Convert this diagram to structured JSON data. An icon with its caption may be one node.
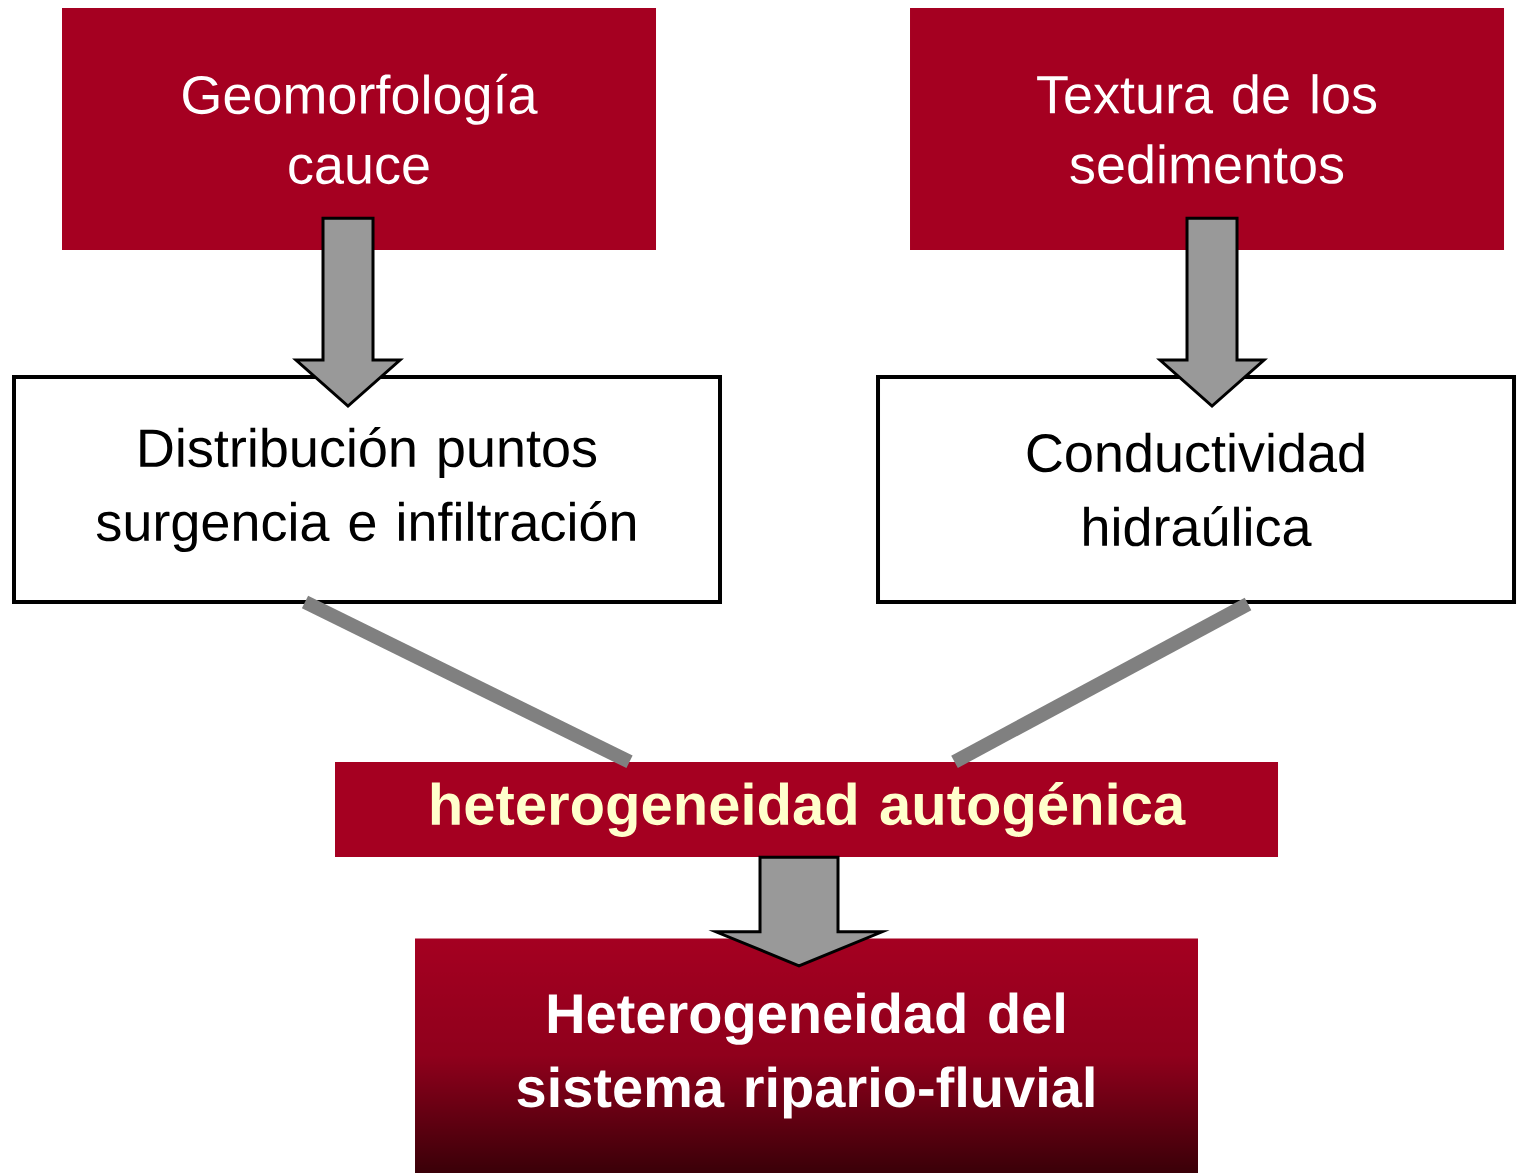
{
  "diagram": {
    "nodes": [
      {
        "text": [
          "Geomorfología cauce"
        ]
      },
      {
        "text": [
          "Textura de los sedimentos"
        ]
      },
      {
        "text": [
          "Distribución puntos surgencia e infiltración"
        ]
      },
      {
        "text": [
          "Conductividad hidraúlica"
        ]
      },
      {
        "text": [
          "heterogeneidad autogénica"
        ]
      },
      {
        "text": [
          "Heterogeneidad del sistema ripario-fluvial"
        ]
      }
    ],
    "edges": [
      {
        "from": 0,
        "to": 2,
        "arrow": "to"
      },
      {
        "from": 1,
        "to": 3,
        "arrow": "to"
      },
      {
        "from": 2,
        "to": 4,
        "arrow": "none"
      },
      {
        "from": 3,
        "to": 4,
        "arrow": "none"
      },
      {
        "from": 4,
        "to": 5,
        "arrow": "to"
      }
    ]
  }
}
